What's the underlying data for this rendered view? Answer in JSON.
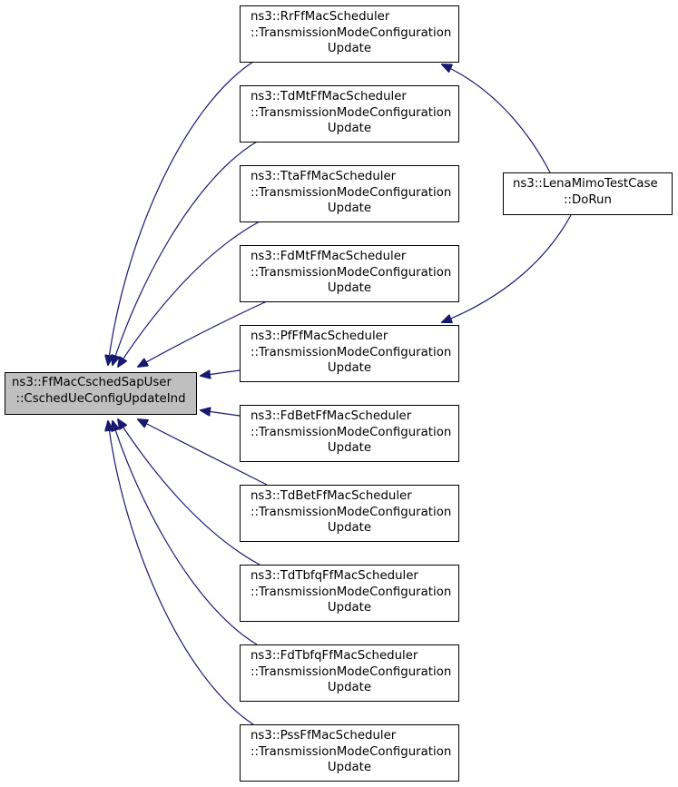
{
  "colors": {
    "edge": "#191970",
    "target_fill": "#bfbfbf",
    "node_fill": "#ffffff",
    "border": "#000000"
  },
  "target": {
    "line1": "ns3::FfMacCschedSapUser",
    "line2": "::CschedUeConfigUpdateInd"
  },
  "callers": [
    {
      "line1": "ns3::RrFfMacScheduler",
      "line2": "::TransmissionModeConfiguration",
      "line3": "Update"
    },
    {
      "line1": "ns3::TdMtFfMacScheduler",
      "line2": "::TransmissionModeConfiguration",
      "line3": "Update"
    },
    {
      "line1": "ns3::TtaFfMacScheduler",
      "line2": "::TransmissionModeConfiguration",
      "line3": "Update"
    },
    {
      "line1": "ns3::FdMtFfMacScheduler",
      "line2": "::TransmissionModeConfiguration",
      "line3": "Update"
    },
    {
      "line1": "ns3::PfFfMacScheduler",
      "line2": "::TransmissionModeConfiguration",
      "line3": "Update"
    },
    {
      "line1": "ns3::FdBetFfMacScheduler",
      "line2": "::TransmissionModeConfiguration",
      "line3": "Update"
    },
    {
      "line1": "ns3::TdBetFfMacScheduler",
      "line2": "::TransmissionModeConfiguration",
      "line3": "Update"
    },
    {
      "line1": "ns3::TdTbfqFfMacScheduler",
      "line2": "::TransmissionModeConfiguration",
      "line3": "Update"
    },
    {
      "line1": "ns3::FdTbfqFfMacScheduler",
      "line2": "::TransmissionModeConfiguration",
      "line3": "Update"
    },
    {
      "line1": "ns3::PssFfMacScheduler",
      "line2": "::TransmissionModeConfiguration",
      "line3": "Update"
    }
  ],
  "test_case": {
    "line1": "ns3::LenaMimoTestCase",
    "line2": "::DoRun"
  }
}
